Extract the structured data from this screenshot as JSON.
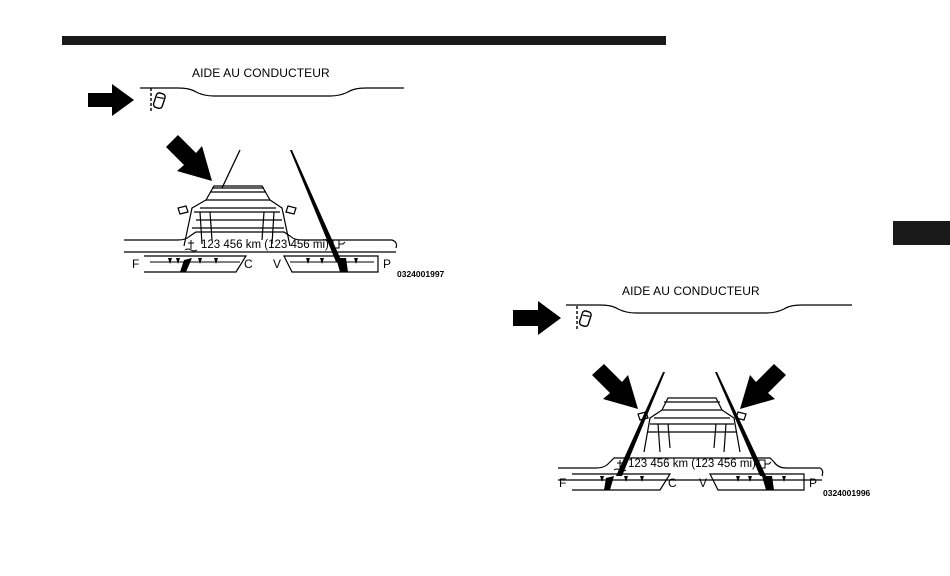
{
  "figures": [
    {
      "title": "AIDE AU CONDUCTEUR",
      "odometer": "123 456 km (123 456 mi)",
      "gauge_left": {
        "low": "F",
        "high": "C"
      },
      "gauge_right": {
        "low": "V",
        "high": "P"
      },
      "code": "0324001997"
    },
    {
      "title": "AIDE AU CONDUCTEUR",
      "odometer": "123 456 km (123 456 mi)",
      "gauge_left": {
        "low": "F",
        "high": "C"
      },
      "gauge_right": {
        "low": "V",
        "high": "P"
      },
      "code": "0324001996"
    }
  ]
}
